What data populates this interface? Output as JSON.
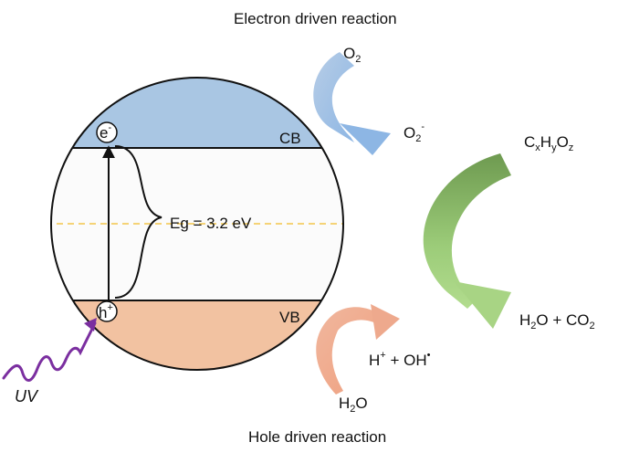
{
  "titles": {
    "electron": "Electron driven reaction",
    "hole": "Hole driven reaction"
  },
  "bands": {
    "cb": "CB",
    "vb": "VB",
    "gap": "Eg = 3.2 eV"
  },
  "carriers": {
    "electron": {
      "base": "e",
      "sup": "-"
    },
    "hole": {
      "base": "h",
      "sup": "+"
    }
  },
  "light": {
    "label": "UV"
  },
  "species": {
    "o2": {
      "base": "O",
      "sub": "2"
    },
    "superoxide": {
      "base": "O",
      "sub": "2",
      "sup": "-"
    },
    "organic": {
      "p1": "C",
      "s1": "x",
      "p2": "H",
      "s2": "y",
      "p3": "O",
      "s3": "z"
    },
    "products": {
      "p1": "H",
      "s1": "2",
      "p2": "O + CO",
      "s2": "2"
    },
    "radicals": {
      "p1": "H",
      "s1": "+",
      "p2": " + OH",
      "s2": "•"
    },
    "water": {
      "base": "H",
      "sub": "2",
      "rest": "O"
    }
  },
  "colors": {
    "conduction_band": "#a9c6e3",
    "valence_band": "#f2c2a1",
    "gap_fill": "#fbfbfb",
    "fermi_dash": "#f3c64b",
    "uv_wave": "#7b2fa0",
    "electron_arrow": "#9dbbe0",
    "hole_arrow": "#eea98d",
    "organic_arrow": "#7aa85c"
  }
}
